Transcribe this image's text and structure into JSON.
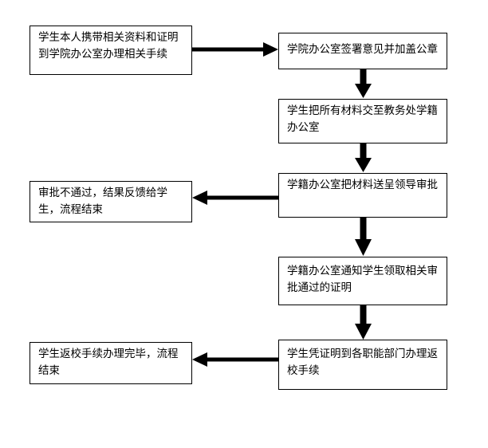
{
  "steps": {
    "s1": "学生本人携带相关资料和证明到学院办公室办理相关手续",
    "s2": "学院办公室签署意见并加盖公章",
    "s3": "学生把所有材料交至教务处学籍办公室",
    "s4": "学籍办公室把材料送呈领导审批",
    "s5": "学籍办公室通知学生领取相关审批通过的证明",
    "s6": "学生凭证明到各职能部门办理返校手续"
  },
  "outcomes": {
    "rejected": "审批不通过，结果反馈给学生，流程结束",
    "completed": "学生返校手续办理完毕，流程结束"
  },
  "colors": {
    "line": "#000000",
    "box_fill": "#ffffff"
  }
}
